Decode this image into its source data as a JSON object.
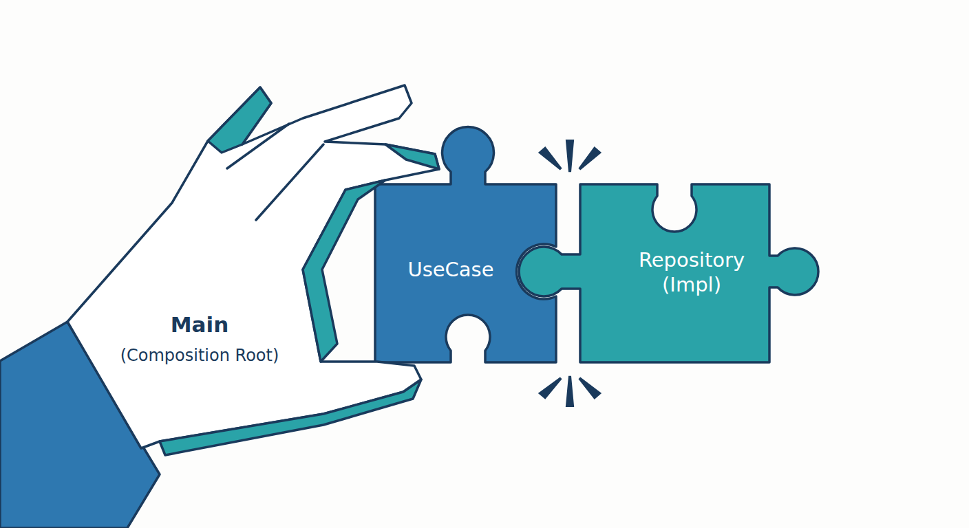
{
  "diagram": {
    "nodes": [
      {
        "text": [
          "Main",
          "(Composition Root)"
        ]
      },
      {
        "text": [
          "UseCase"
        ]
      },
      {
        "text": [
          "Repository (Impl)"
        ]
      }
    ]
  }
}
